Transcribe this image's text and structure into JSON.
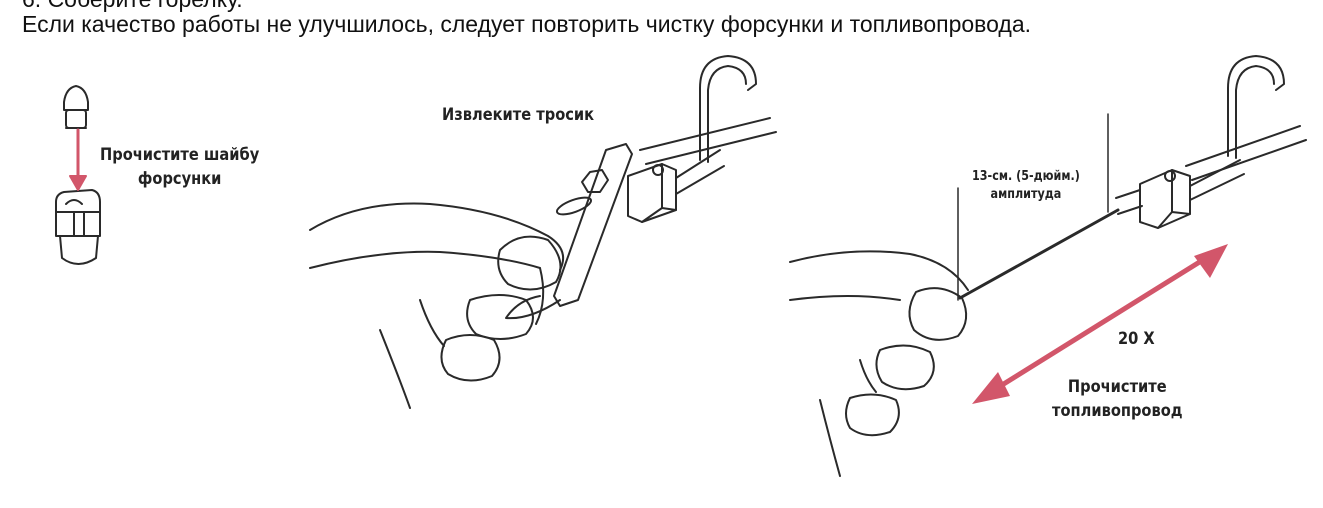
{
  "text": {
    "step_partial": "6. Соберите горелку.",
    "note": "Если качество работы не улучшилось, следует повторить чистку форсунки и топливопровода."
  },
  "labels": {
    "clean_nozzle_line1": "Прочистите шайбу",
    "clean_nozzle_line2": "форсунки",
    "extract_cable": "Извлеките тросик",
    "amplitude_line1": "13-см. (5-дюйм.)",
    "amplitude_line2": "амплитуда",
    "repeat_count": "20 X",
    "clean_line_line1": "Прочистите",
    "clean_line_line2": "топливопровод"
  },
  "colors": {
    "arrow": "#d2566a",
    "stroke": "#2a2a2a"
  }
}
